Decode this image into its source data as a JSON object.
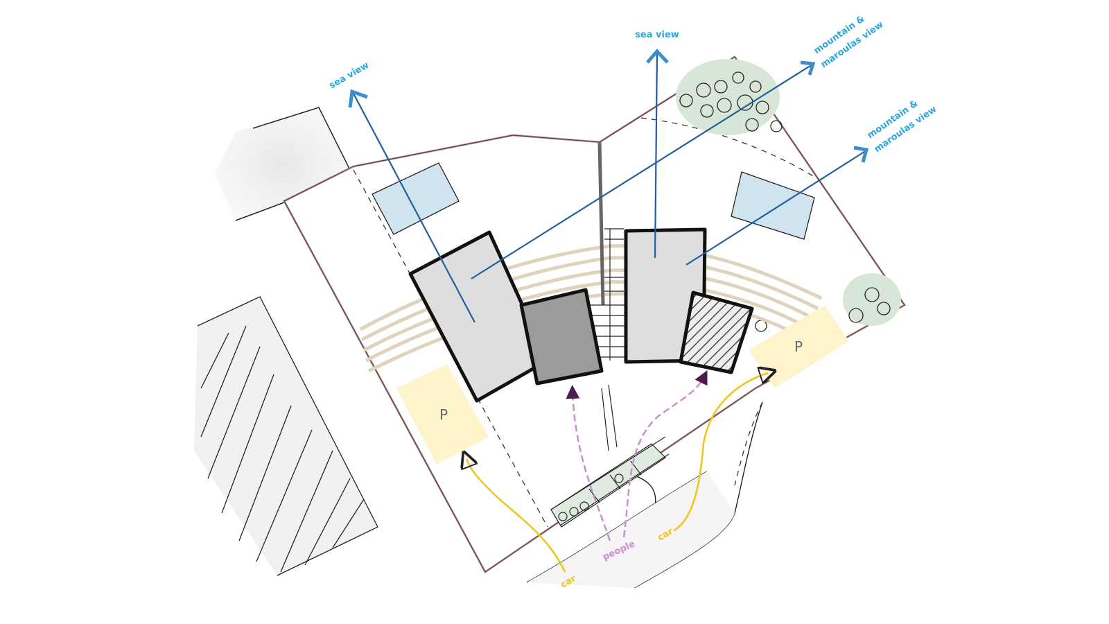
{
  "diagram": {
    "view_labels": {
      "sea_view_left": "sea view",
      "sea_view_center": "sea view",
      "mountain_top_1": "mountain &",
      "mountain_top_2": "maroulas view",
      "mountain_right_1": "mountain &",
      "mountain_right_2": "maroulas view"
    },
    "parking_left": "P",
    "parking_right": "P",
    "car_left": "car",
    "car_right": "car",
    "people": "people"
  },
  "colors": {
    "view_arrow": "#1f5f9f",
    "view_text": "#2aa7e0",
    "car": "#f0c419",
    "people": "#c98fd0",
    "pool": "#cfe4ef",
    "parking": "#fdf4cc",
    "boundary": "#c79a9a"
  }
}
